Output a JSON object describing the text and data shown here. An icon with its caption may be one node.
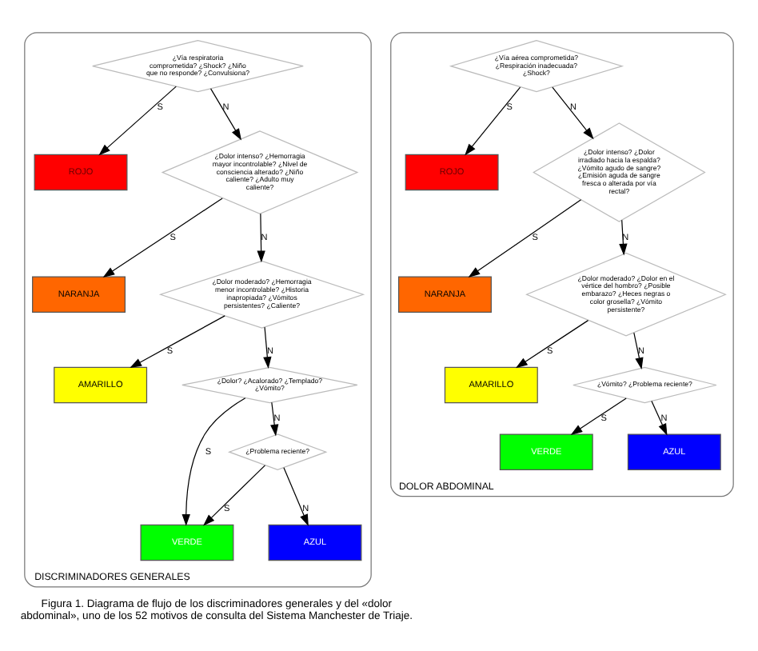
{
  "diagram": {
    "caption": "Figura 1. Diagrama de flujo de los discriminadores generales y del «dolor abdominal», uno de los 52 motivos de consulta del Sistema Manchester de Triaje.",
    "nodes": [
      {
        "text": [
          "DISCRIMINADORES GENERALES"
        ]
      },
      {
        "text": [
          "¿Vía respiratoria comprometida? ¿Shock? ¿Niño que no responde? ¿Convulsiona?"
        ],
        "in": 0
      },
      {
        "text": [
          "ROJO"
        ],
        "in": 0
      },
      {
        "text": [
          "¿Dolor intenso? ¿Hemorragia mayor incontrolable? ¿Nivel de consciencia alterado? ¿Niño caliente? ¿Adulto muy caliente?"
        ],
        "in": 0
      },
      {
        "text": [
          "NARANJA"
        ],
        "in": 0
      },
      {
        "text": [
          "¿Dolor moderado? ¿Hemorragia menor incontrolable? ¿Historia inapropiada? ¿Vómitos persistentes? ¿Caliente?"
        ],
        "in": 0
      },
      {
        "text": [
          "AMARILLO"
        ],
        "in": 0
      },
      {
        "text": [
          "¿Dolor? ¿Acalorado? ¿Templado? ¿Vómito?"
        ],
        "in": 0
      },
      {
        "text": [
          "VERDE"
        ],
        "in": 0
      },
      {
        "text": [
          "¿Problema reciente?"
        ],
        "in": 0
      },
      {
        "text": [
          "AZUL"
        ],
        "in": 0
      },
      {
        "text": [
          "DOLOR ABDOMINAL"
        ]
      },
      {
        "text": [
          "¿Vía aérea comprometida? ¿Respiración inadecuada? ¿Shock?"
        ],
        "in": 11
      },
      {
        "text": [
          "ROJO"
        ],
        "in": 11
      },
      {
        "text": [
          "¿Dolor intenso? ¿Dolor irradiado hacia la espalda? ¿Vómito agudo de sangre? ¿Emisión aguda de sangre fresca o alterada por vía rectal?"
        ],
        "in": 11
      },
      {
        "text": [
          "NARANJA"
        ],
        "in": 11
      },
      {
        "text": [
          "¿Dolor moderado? ¿Dolor en el vértice del hombro? ¿Posible embarazo? ¿Heces negras o color grosella? ¿Vómito persistente?"
        ],
        "in": 11
      },
      {
        "text": [
          "AMARILLO"
        ],
        "in": 11
      },
      {
        "text": [
          "¿Vómito? ¿Problema reciente?"
        ],
        "in": 11
      },
      {
        "text": [
          "VERDE"
        ],
        "in": 11
      },
      {
        "text": [
          "AZUL"
        ],
        "in": 11
      }
    ],
    "edges": [
      {
        "from": 1,
        "to": 2,
        "arrow": "to",
        "label": "S"
      },
      {
        "from": 1,
        "to": 3,
        "arrow": "to",
        "label": "N"
      },
      {
        "from": 3,
        "to": 4,
        "arrow": "to",
        "label": "S"
      },
      {
        "from": 3,
        "to": 5,
        "arrow": "to",
        "label": "N"
      },
      {
        "from": 5,
        "to": 6,
        "arrow": "to",
        "label": "S"
      },
      {
        "from": 5,
        "to": 7,
        "arrow": "to",
        "label": "N"
      },
      {
        "from": 7,
        "to": 8,
        "arrow": "to",
        "label": "S"
      },
      {
        "from": 7,
        "to": 9,
        "arrow": "to",
        "label": "N"
      },
      {
        "from": 9,
        "to": 8,
        "arrow": "to",
        "label": "S"
      },
      {
        "from": 9,
        "to": 10,
        "arrow": "to",
        "label": "N"
      },
      {
        "from": 12,
        "to": 13,
        "arrow": "to",
        "label": "S"
      },
      {
        "from": 12,
        "to": 14,
        "arrow": "to",
        "label": "N"
      },
      {
        "from": 14,
        "to": 15,
        "arrow": "to",
        "label": "S"
      },
      {
        "from": 14,
        "to": 16,
        "arrow": "to",
        "label": "N"
      },
      {
        "from": 16,
        "to": 17,
        "arrow": "to",
        "label": "S"
      },
      {
        "from": 16,
        "to": 18,
        "arrow": "to",
        "label": "N"
      },
      {
        "from": 18,
        "to": 19,
        "arrow": "to",
        "label": "S"
      },
      {
        "from": 18,
        "to": 20,
        "arrow": "to",
        "label": "N"
      }
    ]
  }
}
